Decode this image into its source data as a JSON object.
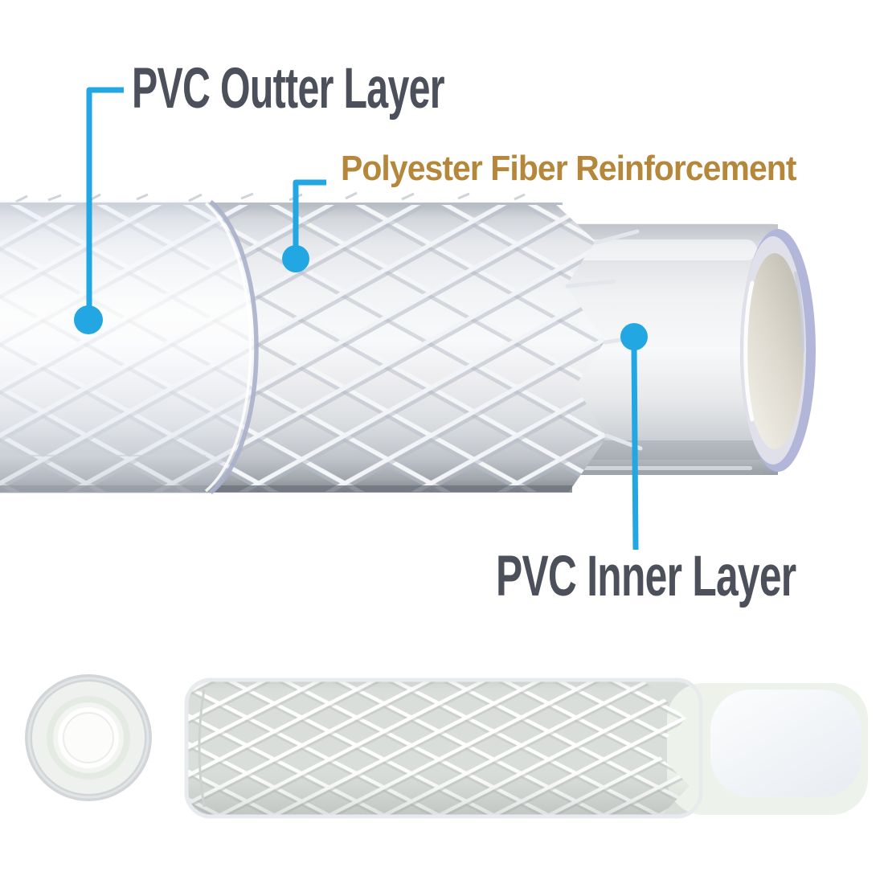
{
  "figure": {
    "kind": "product-structure-diagram",
    "subject": "fiber-reinforced clear PVC hose cutaway with layer callouts"
  },
  "callouts": {
    "outer_layer": {
      "label": "PVC Outter Layer",
      "color": "#4b505b"
    },
    "fiber_reinforcement": {
      "label": "Polyester Fiber Reinforcement",
      "color": "#b5873a"
    },
    "inner_layer": {
      "label": "PVC Inner Layer",
      "color": "#4b505b"
    }
  },
  "colors": {
    "callout_line": "#22a7e2",
    "label_dark": "#4b505b",
    "label_gold": "#b5873a",
    "background": "#ffffff",
    "hose_rim_lavender": "#b2b6d8",
    "hose_bore_cream": "#ddd9cc",
    "mesh_strand": "#f4f6f8"
  },
  "icons": {
    "markers": "callout-dot"
  }
}
